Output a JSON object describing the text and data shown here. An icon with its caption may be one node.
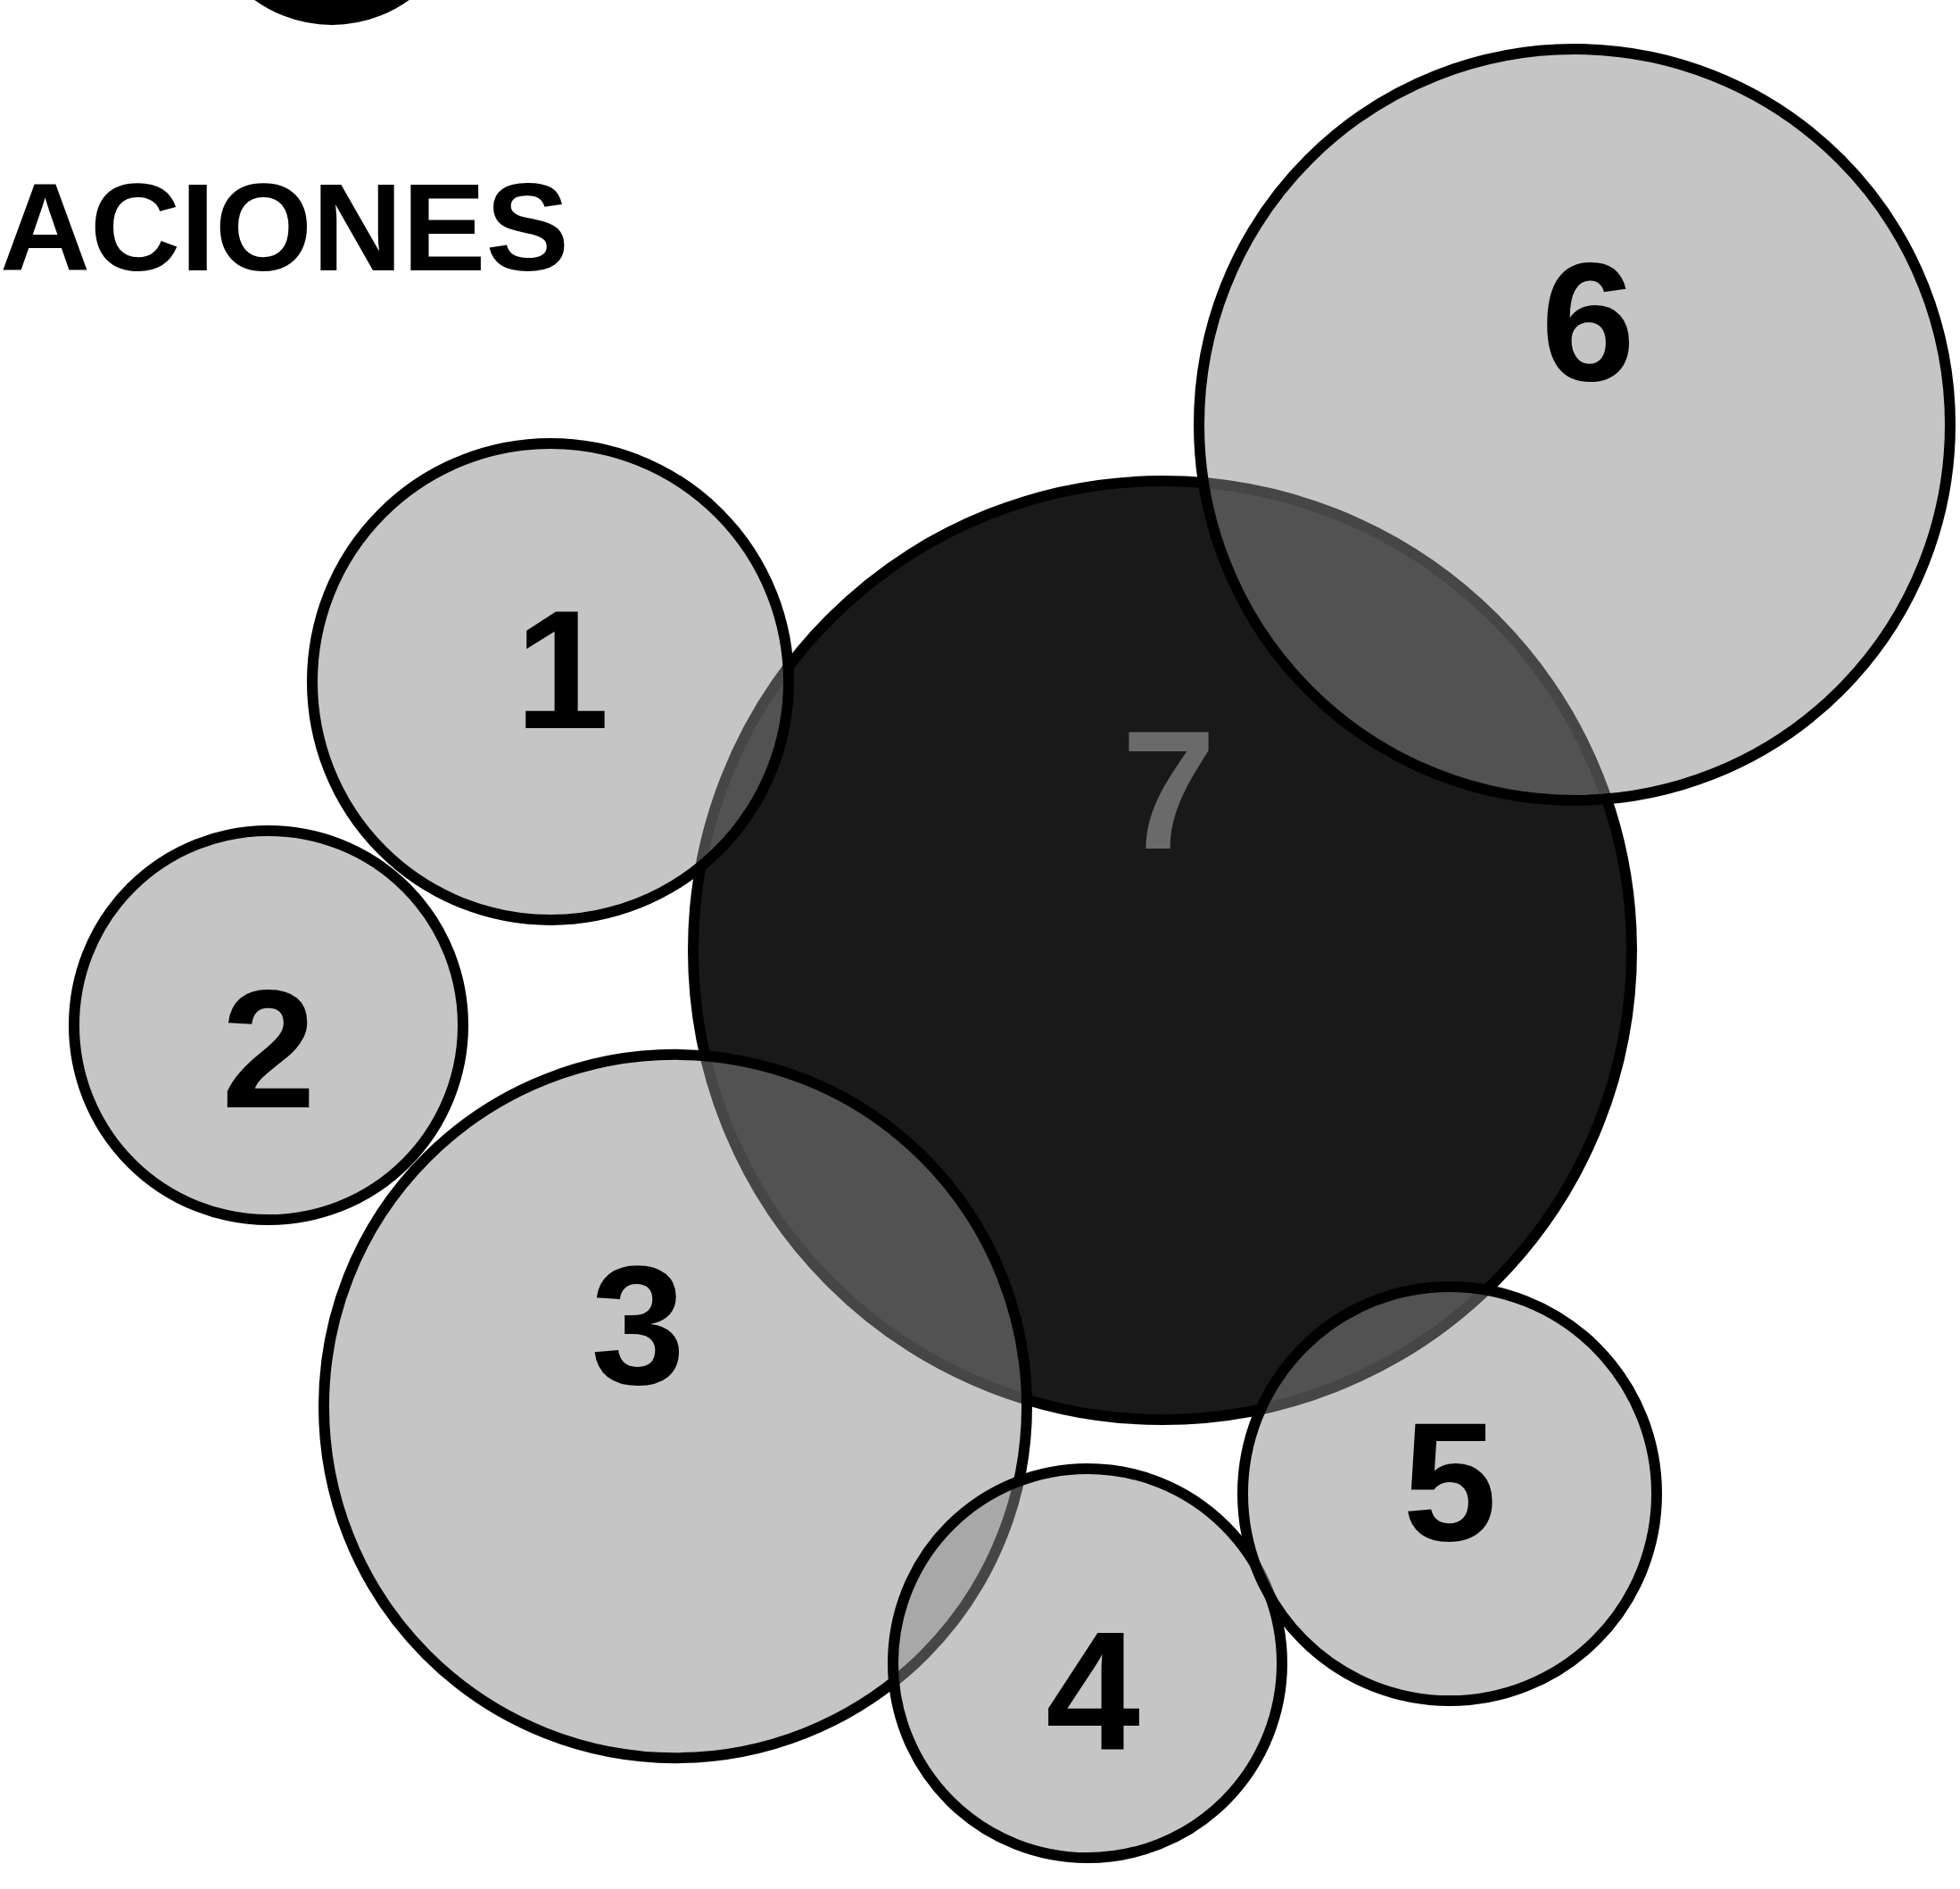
{
  "diagram": {
    "nodes": [
      {
        "text": [],
        "shape": "circle"
      },
      {
        "text": [
          "1"
        ]
      },
      {
        "text": [
          "2"
        ]
      },
      {
        "text": [
          "3"
        ]
      },
      {
        "text": [
          "4"
        ]
      },
      {
        "text": [
          "5"
        ]
      },
      {
        "text": [
          "6"
        ]
      },
      {
        "text": [
          "7"
        ]
      }
    ],
    "labels": [
      "ACIONES"
    ]
  }
}
